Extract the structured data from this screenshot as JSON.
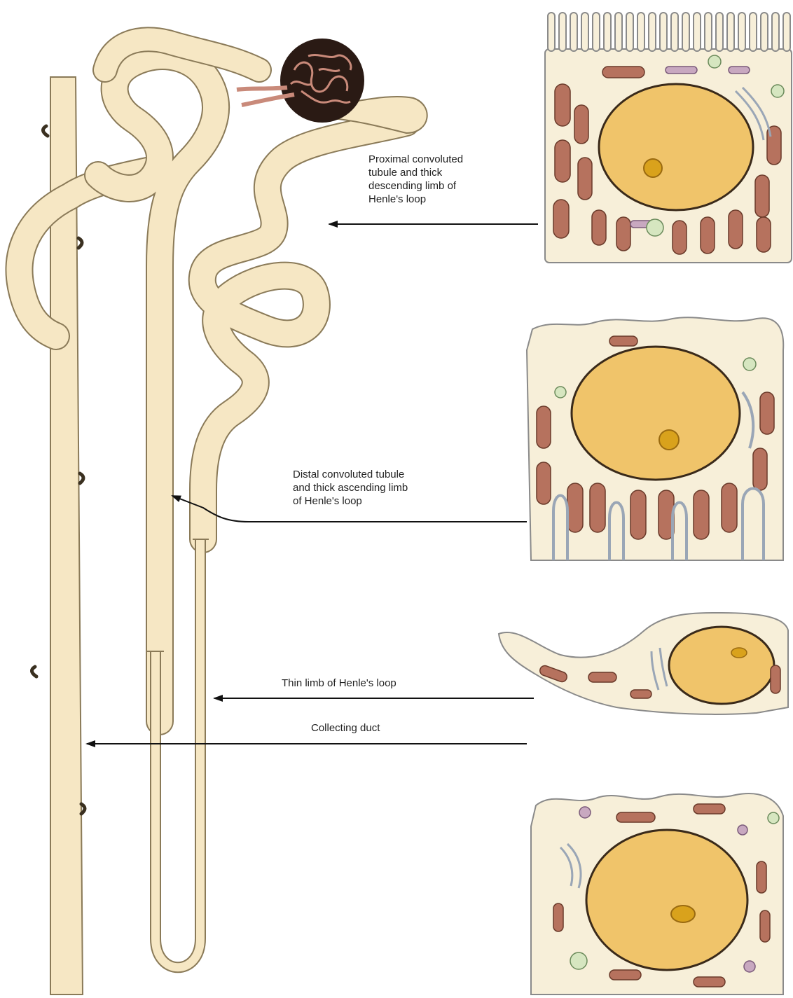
{
  "labels": {
    "proximal": "Proximal convoluted\ntubule and thick\ndescending limb of\nHenle's loop",
    "distal": "Distal convoluted tubule\nand thick ascending limb\nof Henle's loop",
    "thin": "Thin limb of Henle's loop",
    "collecting": "Collecting duct"
  },
  "colors": {
    "tubule_fill": "#f6e7c4",
    "tubule_outline": "#8a7a58",
    "glomerulus": "#2a1a14",
    "capillary": "#c98a7a",
    "nucleus": "#f0c46a",
    "nucleolus": "#d9a21c",
    "mitochondria": "#b6725e",
    "cytoplasm": "#f7efd9",
    "arrow": "#111111"
  }
}
